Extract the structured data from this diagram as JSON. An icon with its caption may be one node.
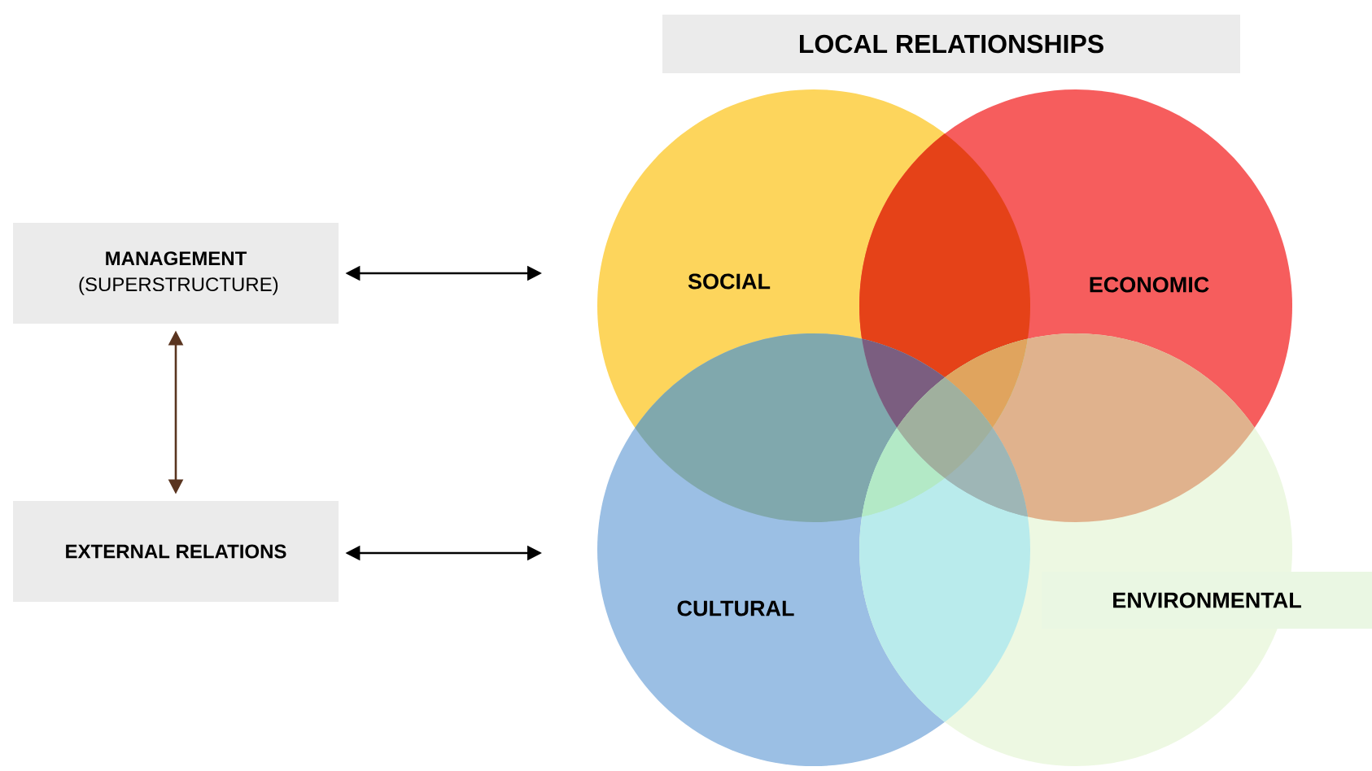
{
  "diagram": {
    "nodes": [
      {
        "text": [
          "LOCAL RELATIONSHIPS"
        ]
      },
      {
        "text": [
          "MANAGEMENT",
          "(SUPERSTRUCTURE)"
        ]
      },
      {
        "text": [
          "EXTERNAL RELATIONS"
        ]
      },
      {
        "text": [
          "SOCIAL"
        ]
      },
      {
        "text": [
          "ECONOMIC"
        ]
      },
      {
        "text": [
          "CULTURAL"
        ]
      },
      {
        "text": [
          "ENVIRONMENTAL"
        ]
      }
    ],
    "edges": [
      {
        "from": 1,
        "to": null,
        "arrow": "both"
      },
      {
        "from": 2,
        "to": null,
        "arrow": "both"
      },
      {
        "from": 1,
        "to": 2,
        "arrow": "both",
        "color": "#5a3520"
      }
    ]
  }
}
